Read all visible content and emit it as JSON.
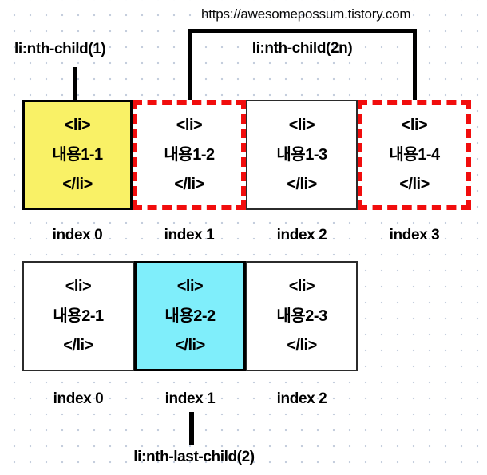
{
  "page": {
    "url_caption": "https://awesomepossum.tistory.com"
  },
  "colors": {
    "highlight_yellow": "#f9f166",
    "highlight_cyan": "#7feefb",
    "selector_red": "#f10d0d",
    "bg_dot": "#c5cedd",
    "line_black": "#000000"
  },
  "labels": {
    "nth_child_1": "li:nth-child(1)",
    "nth_child_2n": "li:nth-child(2n)",
    "nth_last_child_2": "li:nth-last-child(2)"
  },
  "list1": {
    "items": [
      {
        "open": "<li>",
        "content": "내용1-1",
        "close": "</li>",
        "highlight": "yellow",
        "border": "solid-black",
        "index_label": "index 0"
      },
      {
        "open": "<li>",
        "content": "내용1-2",
        "close": "</li>",
        "highlight": "none",
        "border": "dashed-red",
        "index_label": "index 1"
      },
      {
        "open": "<li>",
        "content": "내용1-3",
        "close": "</li>",
        "highlight": "none",
        "border": "solid-thin",
        "index_label": "index 2"
      },
      {
        "open": "<li>",
        "content": "내용1-4",
        "close": "</li>",
        "highlight": "none",
        "border": "dashed-red",
        "index_label": "index 3"
      }
    ]
  },
  "list2": {
    "items": [
      {
        "open": "<li>",
        "content": "내용2-1",
        "close": "</li>",
        "highlight": "none",
        "border": "solid-thin",
        "index_label": "index 0"
      },
      {
        "open": "<li>",
        "content": "내용2-2",
        "close": "</li>",
        "highlight": "cyan",
        "border": "solid-black",
        "index_label": "index 1"
      },
      {
        "open": "<li>",
        "content": "내용2-3",
        "close": "</li>",
        "highlight": "none",
        "border": "solid-thin",
        "index_label": "index 2"
      }
    ]
  }
}
